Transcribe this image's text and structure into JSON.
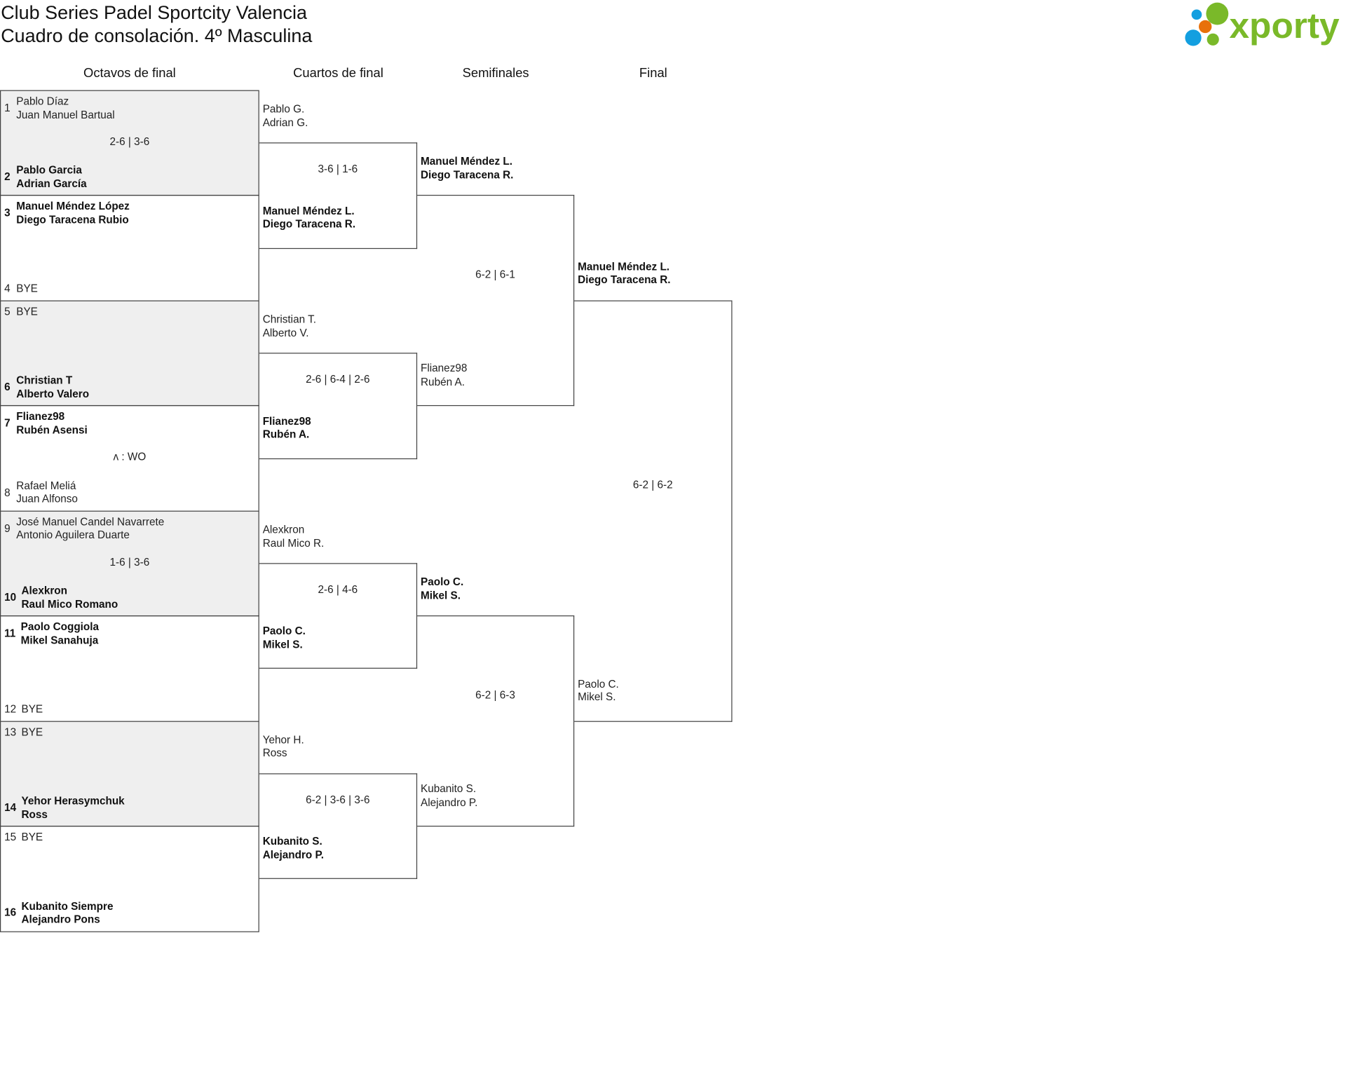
{
  "header": {
    "title_line1": "Club Series Padel Sportcity Valencia",
    "title_line2": "Cuadro de consolación. 4º Masculina",
    "logo_text": "xporty"
  },
  "colors": {
    "logo_green": "#7ab929",
    "logo_blue": "#139fe0",
    "logo_orange": "#e8710a",
    "gray_box": "#efefef"
  },
  "rounds": [
    "Octavos de final",
    "Cuartos de final",
    "Semifinales",
    "Final"
  ],
  "r16": [
    {
      "top": {
        "seed": "1",
        "names": [
          "Pablo Díaz",
          "Juan Manuel Bartual"
        ],
        "winner": false
      },
      "bottom": {
        "seed": "2",
        "names": [
          "Pablo Garcia",
          "Adrian García"
        ],
        "winner": true
      },
      "score": "2-6 | 3-6"
    },
    {
      "top": {
        "seed": "3",
        "names": [
          "Manuel Méndez López",
          "Diego Taracena Rubio"
        ],
        "winner": true
      },
      "bottom": {
        "seed": "4",
        "names": [
          "BYE"
        ],
        "winner": false
      },
      "score": ""
    },
    {
      "top": {
        "seed": "5",
        "names": [
          "BYE"
        ],
        "winner": false
      },
      "bottom": {
        "seed": "6",
        "names": [
          "Christian T",
          "Alberto Valero"
        ],
        "winner": true
      },
      "score": ""
    },
    {
      "top": {
        "seed": "7",
        "names": [
          "Flianez98",
          "Rubén Asensi"
        ],
        "winner": true
      },
      "bottom": {
        "seed": "8",
        "names": [
          "Rafael Meliá",
          "Juan Alfonso"
        ],
        "winner": false
      },
      "score": "ʌ : WO"
    },
    {
      "top": {
        "seed": "9",
        "names": [
          "José Manuel Candel Navarrete",
          "Antonio Aguilera Duarte"
        ],
        "winner": false
      },
      "bottom": {
        "seed": "10",
        "names": [
          "Alexkron",
          "Raul Mico Romano"
        ],
        "winner": true
      },
      "score": "1-6 | 3-6"
    },
    {
      "top": {
        "seed": "11",
        "names": [
          "Paolo Coggiola",
          "Mikel Sanahuja"
        ],
        "winner": true
      },
      "bottom": {
        "seed": "12",
        "names": [
          "BYE"
        ],
        "winner": false
      },
      "score": ""
    },
    {
      "top": {
        "seed": "13",
        "names": [
          "BYE"
        ],
        "winner": false
      },
      "bottom": {
        "seed": "14",
        "names": [
          "Yehor Herasymchuk",
          "Ross"
        ],
        "winner": true
      },
      "score": ""
    },
    {
      "top": {
        "seed": "15",
        "names": [
          "BYE"
        ],
        "winner": false
      },
      "bottom": {
        "seed": "16",
        "names": [
          "Kubanito Siempre",
          "Alejandro Pons"
        ],
        "winner": true
      },
      "score": ""
    }
  ],
  "qf": [
    {
      "top": {
        "names": [
          "Pablo G.",
          "Adrian G."
        ],
        "winner": false
      },
      "bottom": {
        "names": [
          "Manuel Méndez L.",
          "Diego Taracena R."
        ],
        "winner": true
      },
      "score": "3-6 | 1-6"
    },
    {
      "top": {
        "names": [
          "Christian T.",
          "Alberto V."
        ],
        "winner": false
      },
      "bottom": {
        "names": [
          "Flianez98",
          "Rubén A."
        ],
        "winner": true
      },
      "score": "2-6 | 6-4 | 2-6"
    },
    {
      "top": {
        "names": [
          "Alexkron",
          "Raul Mico R."
        ],
        "winner": false
      },
      "bottom": {
        "names": [
          "Paolo C.",
          "Mikel S."
        ],
        "winner": true
      },
      "score": "2-6 | 4-6"
    },
    {
      "top": {
        "names": [
          "Yehor H.",
          "Ross"
        ],
        "winner": false
      },
      "bottom": {
        "names": [
          "Kubanito S.",
          "Alejandro P."
        ],
        "winner": true
      },
      "score": "6-2 | 3-6 | 3-6"
    }
  ],
  "sf": [
    {
      "top": {
        "names": [
          "Manuel Méndez L.",
          "Diego Taracena R."
        ],
        "winner": true
      },
      "bottom": {
        "names": [
          "Flianez98",
          "Rubén A."
        ],
        "winner": false
      },
      "score": "6-2 | 6-1"
    },
    {
      "top": {
        "names": [
          "Paolo C.",
          "Mikel S."
        ],
        "winner": true
      },
      "bottom": {
        "names": [
          "Kubanito S.",
          "Alejandro P."
        ],
        "winner": false
      },
      "score": "6-2 | 6-3"
    }
  ],
  "final": [
    {
      "top": {
        "names": [
          "Manuel Méndez L.",
          "Diego Taracena R."
        ],
        "winner": true
      },
      "bottom": {
        "names": [
          "Paolo C.",
          "Mikel S."
        ],
        "winner": false
      },
      "score": "6-2 | 6-2"
    }
  ]
}
